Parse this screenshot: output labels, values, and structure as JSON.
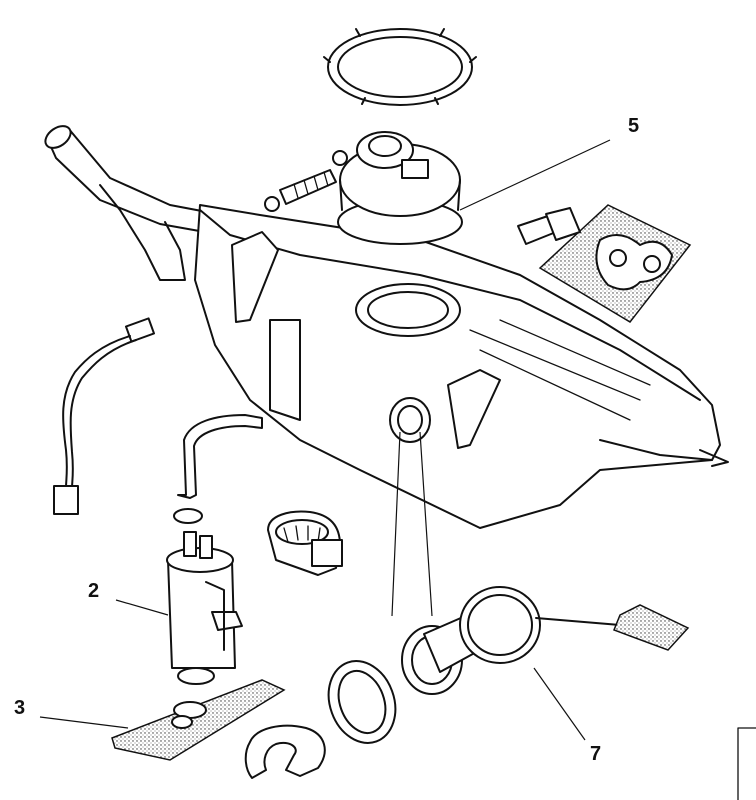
{
  "callouts": {
    "c2": "2",
    "c3": "3",
    "c5": "5",
    "c7": "7"
  },
  "colors": {
    "ink": "#111111",
    "paper": "#ffffff"
  }
}
